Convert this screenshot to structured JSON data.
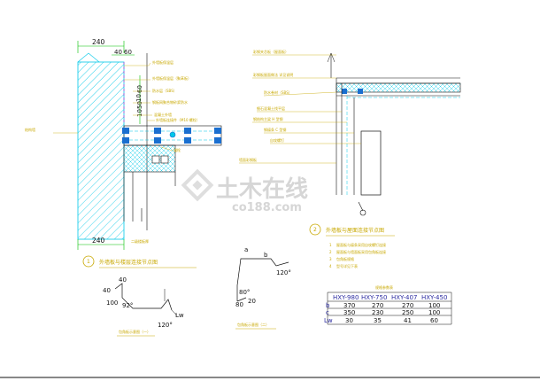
{
  "detail1": {
    "dim_top": "240",
    "dim_top_a": "40",
    "dim_top_b": "60",
    "dim_side_a": "60",
    "dim_side_b": "10",
    "dim_side_c": "50",
    "dim_side_d": "10",
    "dim_bottom": "240",
    "bottom_label": "二级楼板厚",
    "notes": [
      "外墙板保温层",
      "外墙板保温层（聚苯板）",
      "防水层（SBS）",
      "钢板网聚合物砂浆防水",
      "混凝土外墙",
      "外墙板连接件（M10 螺栓）",
      "锚栓",
      "防水密封胶",
      "嵌缝材料",
      "结构墙"
    ],
    "title_num": "1",
    "title": "外墙板与楼层连接节点图"
  },
  "detail2": {
    "notes": [
      "彩钢夹芯板（屋面板）",
      "彩钢板屋面做法 详见说明",
      "防水卷材（SBS）",
      "细石混凝土找平层",
      "钢结构主梁 H 型钢",
      "钢檩条 C 型钢",
      "自攻螺钉",
      "墙面彩钢板",
      "墙面檩条"
    ],
    "title_num": "2",
    "title": "外墙板与屋面连接节点图",
    "legend_marks": [
      "1",
      "2",
      "3",
      "4"
    ],
    "legend_notes": [
      "屋面板与檩条采用自攻螺钉连接",
      "屋面板与墙面板采用包角板连接",
      "包角板规格",
      "型号详见下表"
    ]
  },
  "profile1": {
    "labels": [
      "40",
      "40",
      "100",
      "92°",
      "120°",
      "Lw"
    ],
    "caption": "包角板示意图（一）"
  },
  "profile2": {
    "labels": [
      "a",
      "b",
      "120°",
      "80°",
      "80",
      "20"
    ],
    "caption": "包角板示意图（二）"
  },
  "spec_table": {
    "title": "规格参数表",
    "columns": [
      "HXY-980",
      "HXY-750",
      "HXY-407",
      "HXY-450"
    ],
    "rows": [
      {
        "key": "b",
        "values": [
          "370",
          "270",
          "270",
          "100"
        ]
      },
      {
        "key": "c",
        "values": [
          "350",
          "230",
          "250",
          "100"
        ]
      },
      {
        "key": "Lw",
        "values": [
          "30",
          "35",
          "41",
          "60"
        ]
      }
    ]
  },
  "watermark": {
    "main": "土木在线",
    "sub": "co188.com"
  },
  "colors": {
    "cyan": "#00c8e8",
    "accent_blue": "#1a6fd0",
    "annotation": "#c8a800",
    "magenta": "#d020d0",
    "line": "#111111"
  }
}
